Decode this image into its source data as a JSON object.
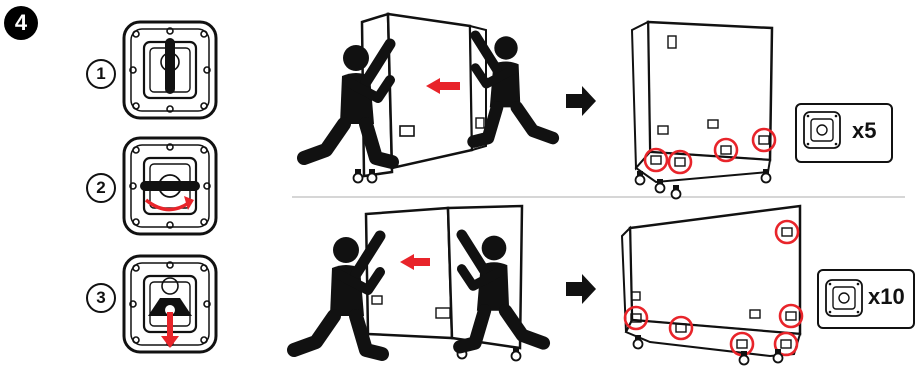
{
  "step_number": "4",
  "substeps": [
    "1",
    "2",
    "3"
  ],
  "latch_counts": {
    "top": "x5",
    "bottom": "x10"
  },
  "icons": {
    "latch": "butterfly-latch-icon",
    "person": "person-figure-icon",
    "arrow": "direction-arrow-icon",
    "rotate": "rotate-arrow-icon",
    "highlight": "red-circle-highlight"
  },
  "colors": {
    "accent": "#e8242a",
    "ink": "#111111",
    "divider": "#bdbdbd"
  }
}
